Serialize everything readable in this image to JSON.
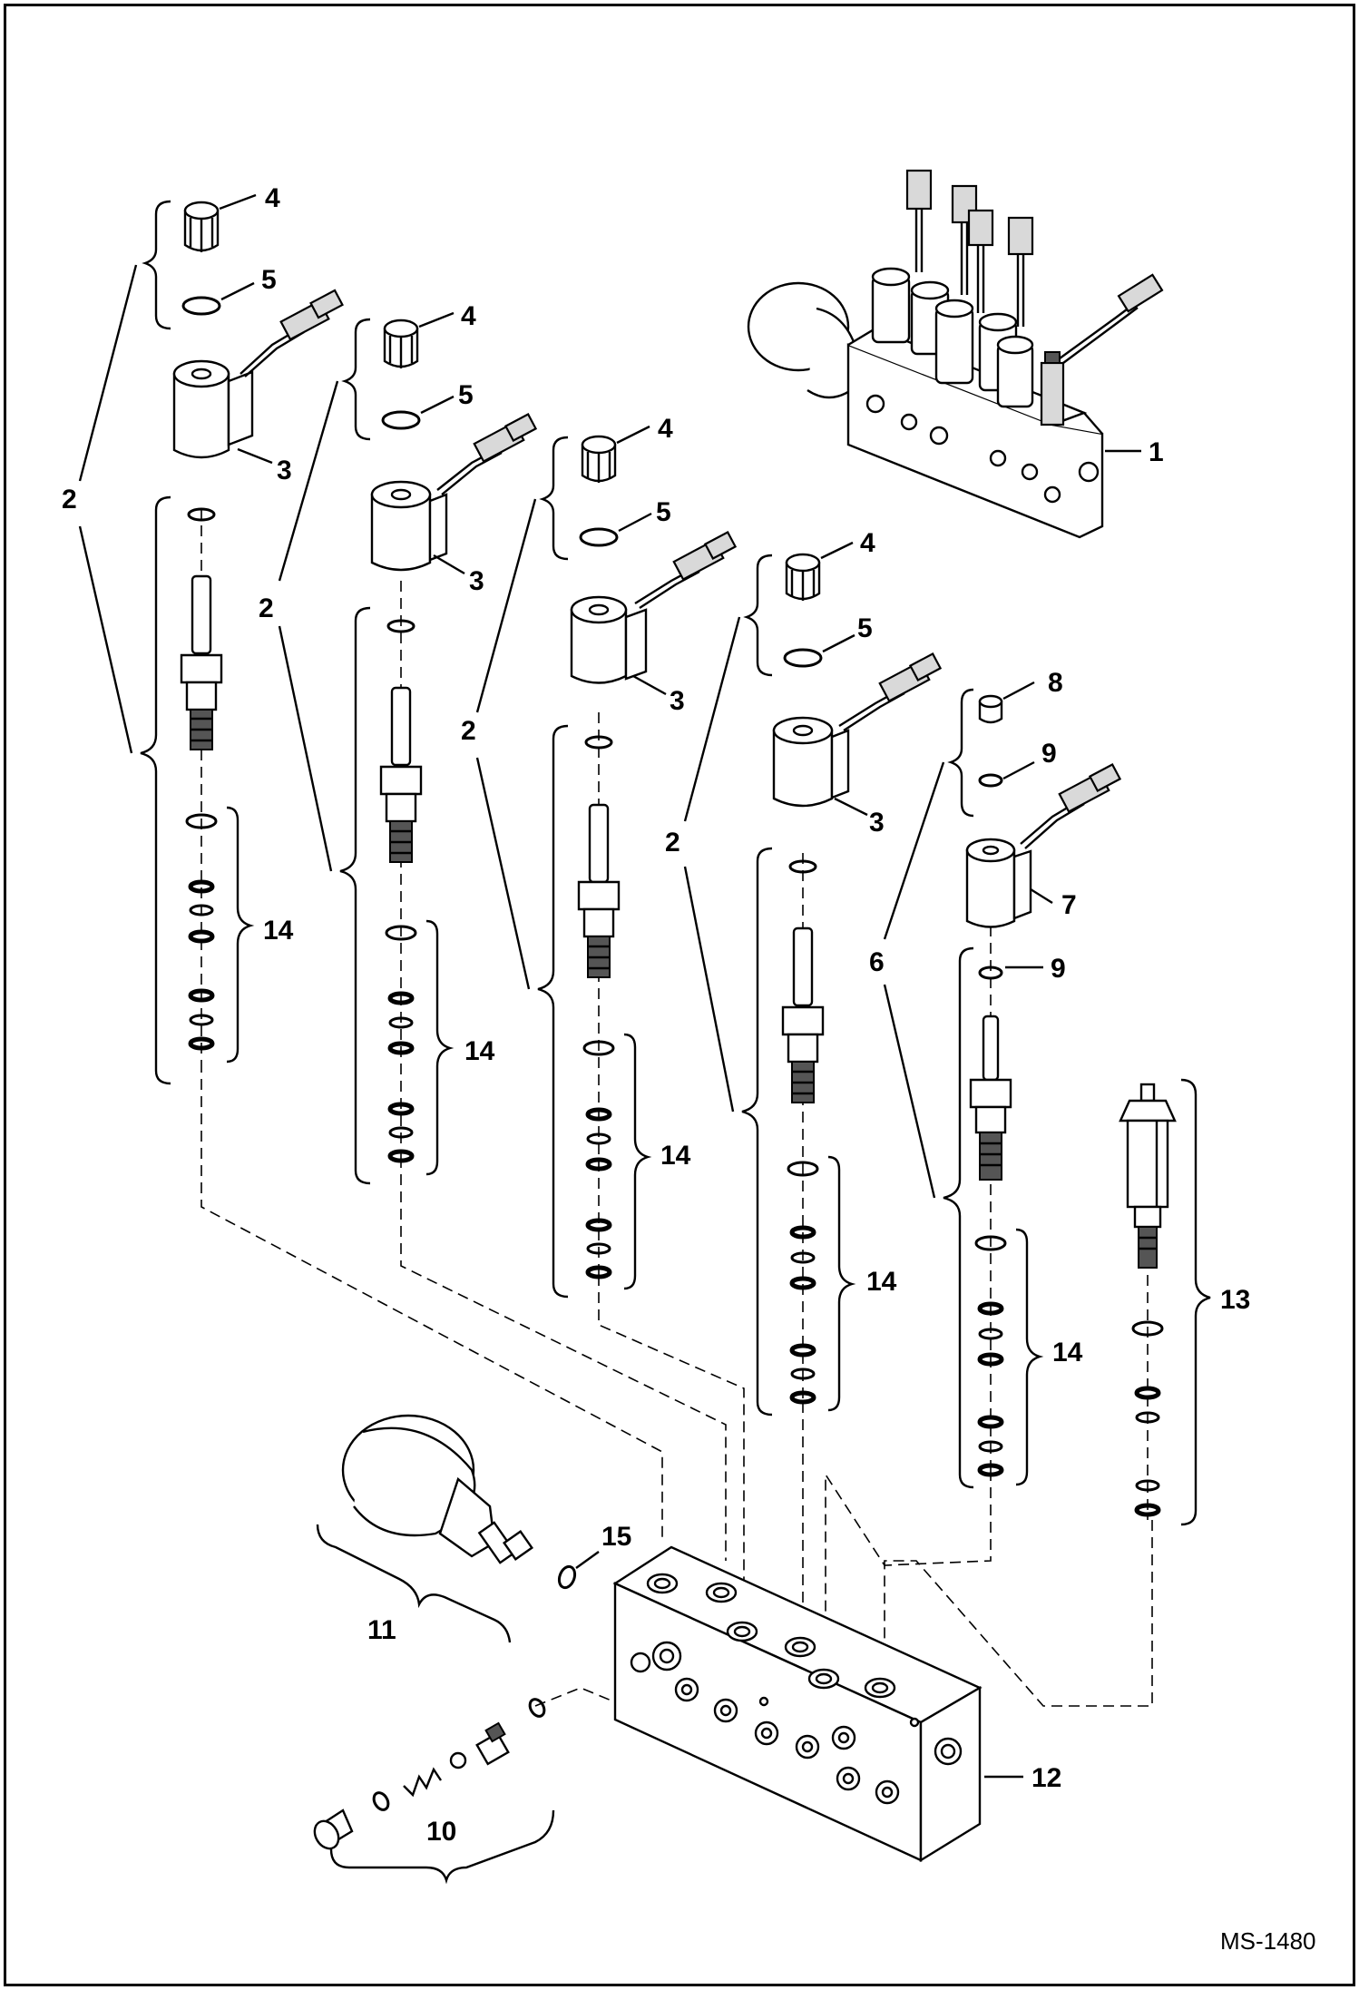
{
  "drawing_code": "MS-1480",
  "callouts": {
    "c1": "1",
    "c2": "2",
    "c3": "3",
    "c4": "4",
    "c5": "5",
    "c6": "6",
    "c7": "7",
    "c8": "8",
    "c9": "9",
    "c10": "10",
    "c11": "11",
    "c12": "12",
    "c13": "13",
    "c14": "14",
    "c15": "15"
  }
}
